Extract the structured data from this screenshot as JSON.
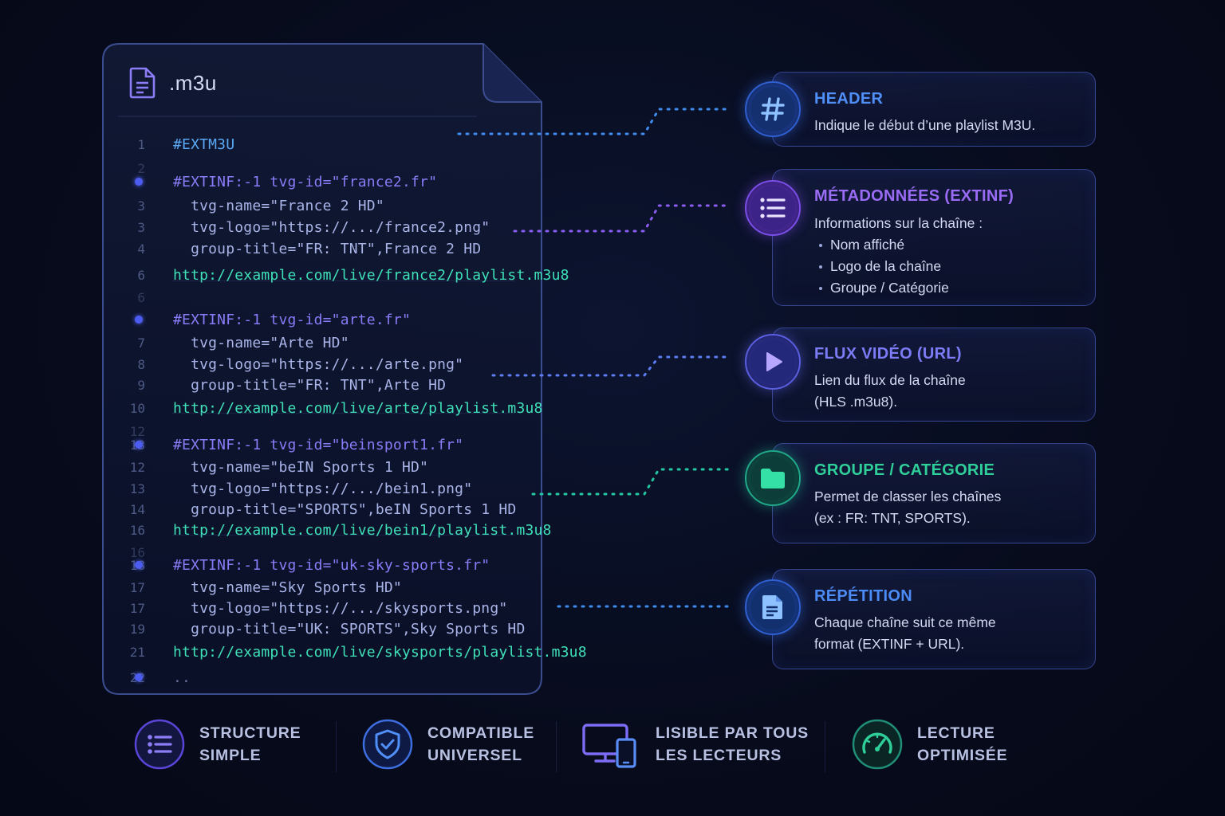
{
  "file": {
    "title": ".m3u",
    "lines": [
      {
        "num": "1",
        "text": "#EXTM3U",
        "kind": "head"
      },
      {
        "num": "2",
        "text": "",
        "kind": "blank"
      },
      {
        "num": "",
        "text": "#EXTINF:-1 tvg-id=\"france2.fr\"",
        "kind": "tag",
        "dot": true
      },
      {
        "num": "3",
        "text": "  tvg-name=\"France 2 HD\"",
        "kind": "attr"
      },
      {
        "num": "3",
        "text": "  tvg-logo=\"https://.../france2.png\"",
        "kind": "attr"
      },
      {
        "num": "4",
        "text": "  group-title=\"FR: TNT\",France 2 HD",
        "kind": "attr"
      },
      {
        "num": "6",
        "text": "http://example.com/live/france2/playlist.m3u8",
        "kind": "url"
      },
      {
        "num": "6",
        "text": "",
        "kind": "blank"
      },
      {
        "num": "",
        "text": "#EXTINF:-1 tvg-id=\"arte.fr\"",
        "kind": "tag",
        "dot": true
      },
      {
        "num": "7",
        "text": "  tvg-name=\"Arte HD\"",
        "kind": "attr"
      },
      {
        "num": "8",
        "text": "  tvg-logo=\"https://.../arte.png\"",
        "kind": "attr"
      },
      {
        "num": "9",
        "text": "  group-title=\"FR: TNT\",Arte HD",
        "kind": "attr"
      },
      {
        "num": "10",
        "text": "http://example.com/live/arte/playlist.m3u8",
        "kind": "url"
      },
      {
        "num": "12",
        "text": "",
        "kind": "blank"
      },
      {
        "num": "13",
        "text": "#EXTINF:-1 tvg-id=\"beinsport1.fr\"",
        "kind": "tag",
        "dot": true
      },
      {
        "num": "12",
        "text": "  tvg-name=\"beIN Sports 1 HD\"",
        "kind": "attr"
      },
      {
        "num": "13",
        "text": "  tvg-logo=\"https://.../bein1.png\"",
        "kind": "attr"
      },
      {
        "num": "14",
        "text": "  group-title=\"SPORTS\",beIN Sports 1 HD",
        "kind": "attr"
      },
      {
        "num": "16",
        "text": "http://example.com/live/bein1/playlist.m3u8",
        "kind": "url"
      },
      {
        "num": "16",
        "text": "",
        "kind": "blank"
      },
      {
        "num": "18",
        "text": "#EXTINF:-1 tvg-id=\"uk-sky-sports.fr\"",
        "kind": "tag",
        "dot": true
      },
      {
        "num": "17",
        "text": "  tvg-name=\"Sky Sports HD\"",
        "kind": "attr"
      },
      {
        "num": "17",
        "text": "  tvg-logo=\"https://.../skysports.png\"",
        "kind": "attr"
      },
      {
        "num": "19",
        "text": "  group-title=\"UK: SPORTS\",Sky Sports HD",
        "kind": "attr"
      },
      {
        "num": "21",
        "text": "http://example.com/live/skysports/playlist.m3u8",
        "kind": "url"
      },
      {
        "num": "22",
        "text": "..",
        "kind": "dim",
        "dot": true
      }
    ]
  },
  "cards": [
    {
      "title": "HEADER",
      "desc": "Indique le début d’une playlist M3U.",
      "icon": "hash-icon",
      "color": "#4f8ff7"
    },
    {
      "title": "MÉTADONNÉES (EXTINF)",
      "desc": "Informations sur la chaîne :",
      "bullets": [
        "Nom affiché",
        "Logo de la chaîne",
        "Groupe / Catégorie"
      ],
      "icon": "list-icon",
      "color": "#9a6cf5"
    },
    {
      "title": "FLUX VIDÉO (URL)",
      "desc": "Lien du flux de la chaîne\n(HLS .m3u8).",
      "icon": "play-icon",
      "color": "#7d7cf7"
    },
    {
      "title": "GROUPE / CATÉGORIE",
      "desc": "Permet de classer les chaînes\n(ex : FR: TNT, SPORTS).",
      "icon": "folder-icon",
      "color": "#2fcf9a"
    },
    {
      "title": "RÉPÉTITION",
      "desc": "Chaque chaîne suit ce même\nformat (EXTINF + URL).",
      "icon": "document-icon",
      "color": "#4b8bf5"
    }
  ],
  "features": [
    {
      "line1": "STRUCTURE",
      "line2": "SIMPLE",
      "icon": "list-icon"
    },
    {
      "line1": "COMPATIBLE",
      "line2": "UNIVERSEL",
      "icon": "shield-icon"
    },
    {
      "line1": "LISIBLE PAR TOUS",
      "line2": "LES LECTEURS",
      "icon": "devices-icon"
    },
    {
      "line1": "LECTURE",
      "line2": "OPTIMISÉE",
      "icon": "gauge-icon"
    }
  ],
  "colors": {
    "background": "#070b1c",
    "tag": "#8a7cf8",
    "url": "#3fe0b8",
    "header": "#5aa9f5",
    "accent_blue": "#4f8ff7",
    "accent_purple": "#9a6cf5",
    "accent_green": "#2fcf9a"
  }
}
